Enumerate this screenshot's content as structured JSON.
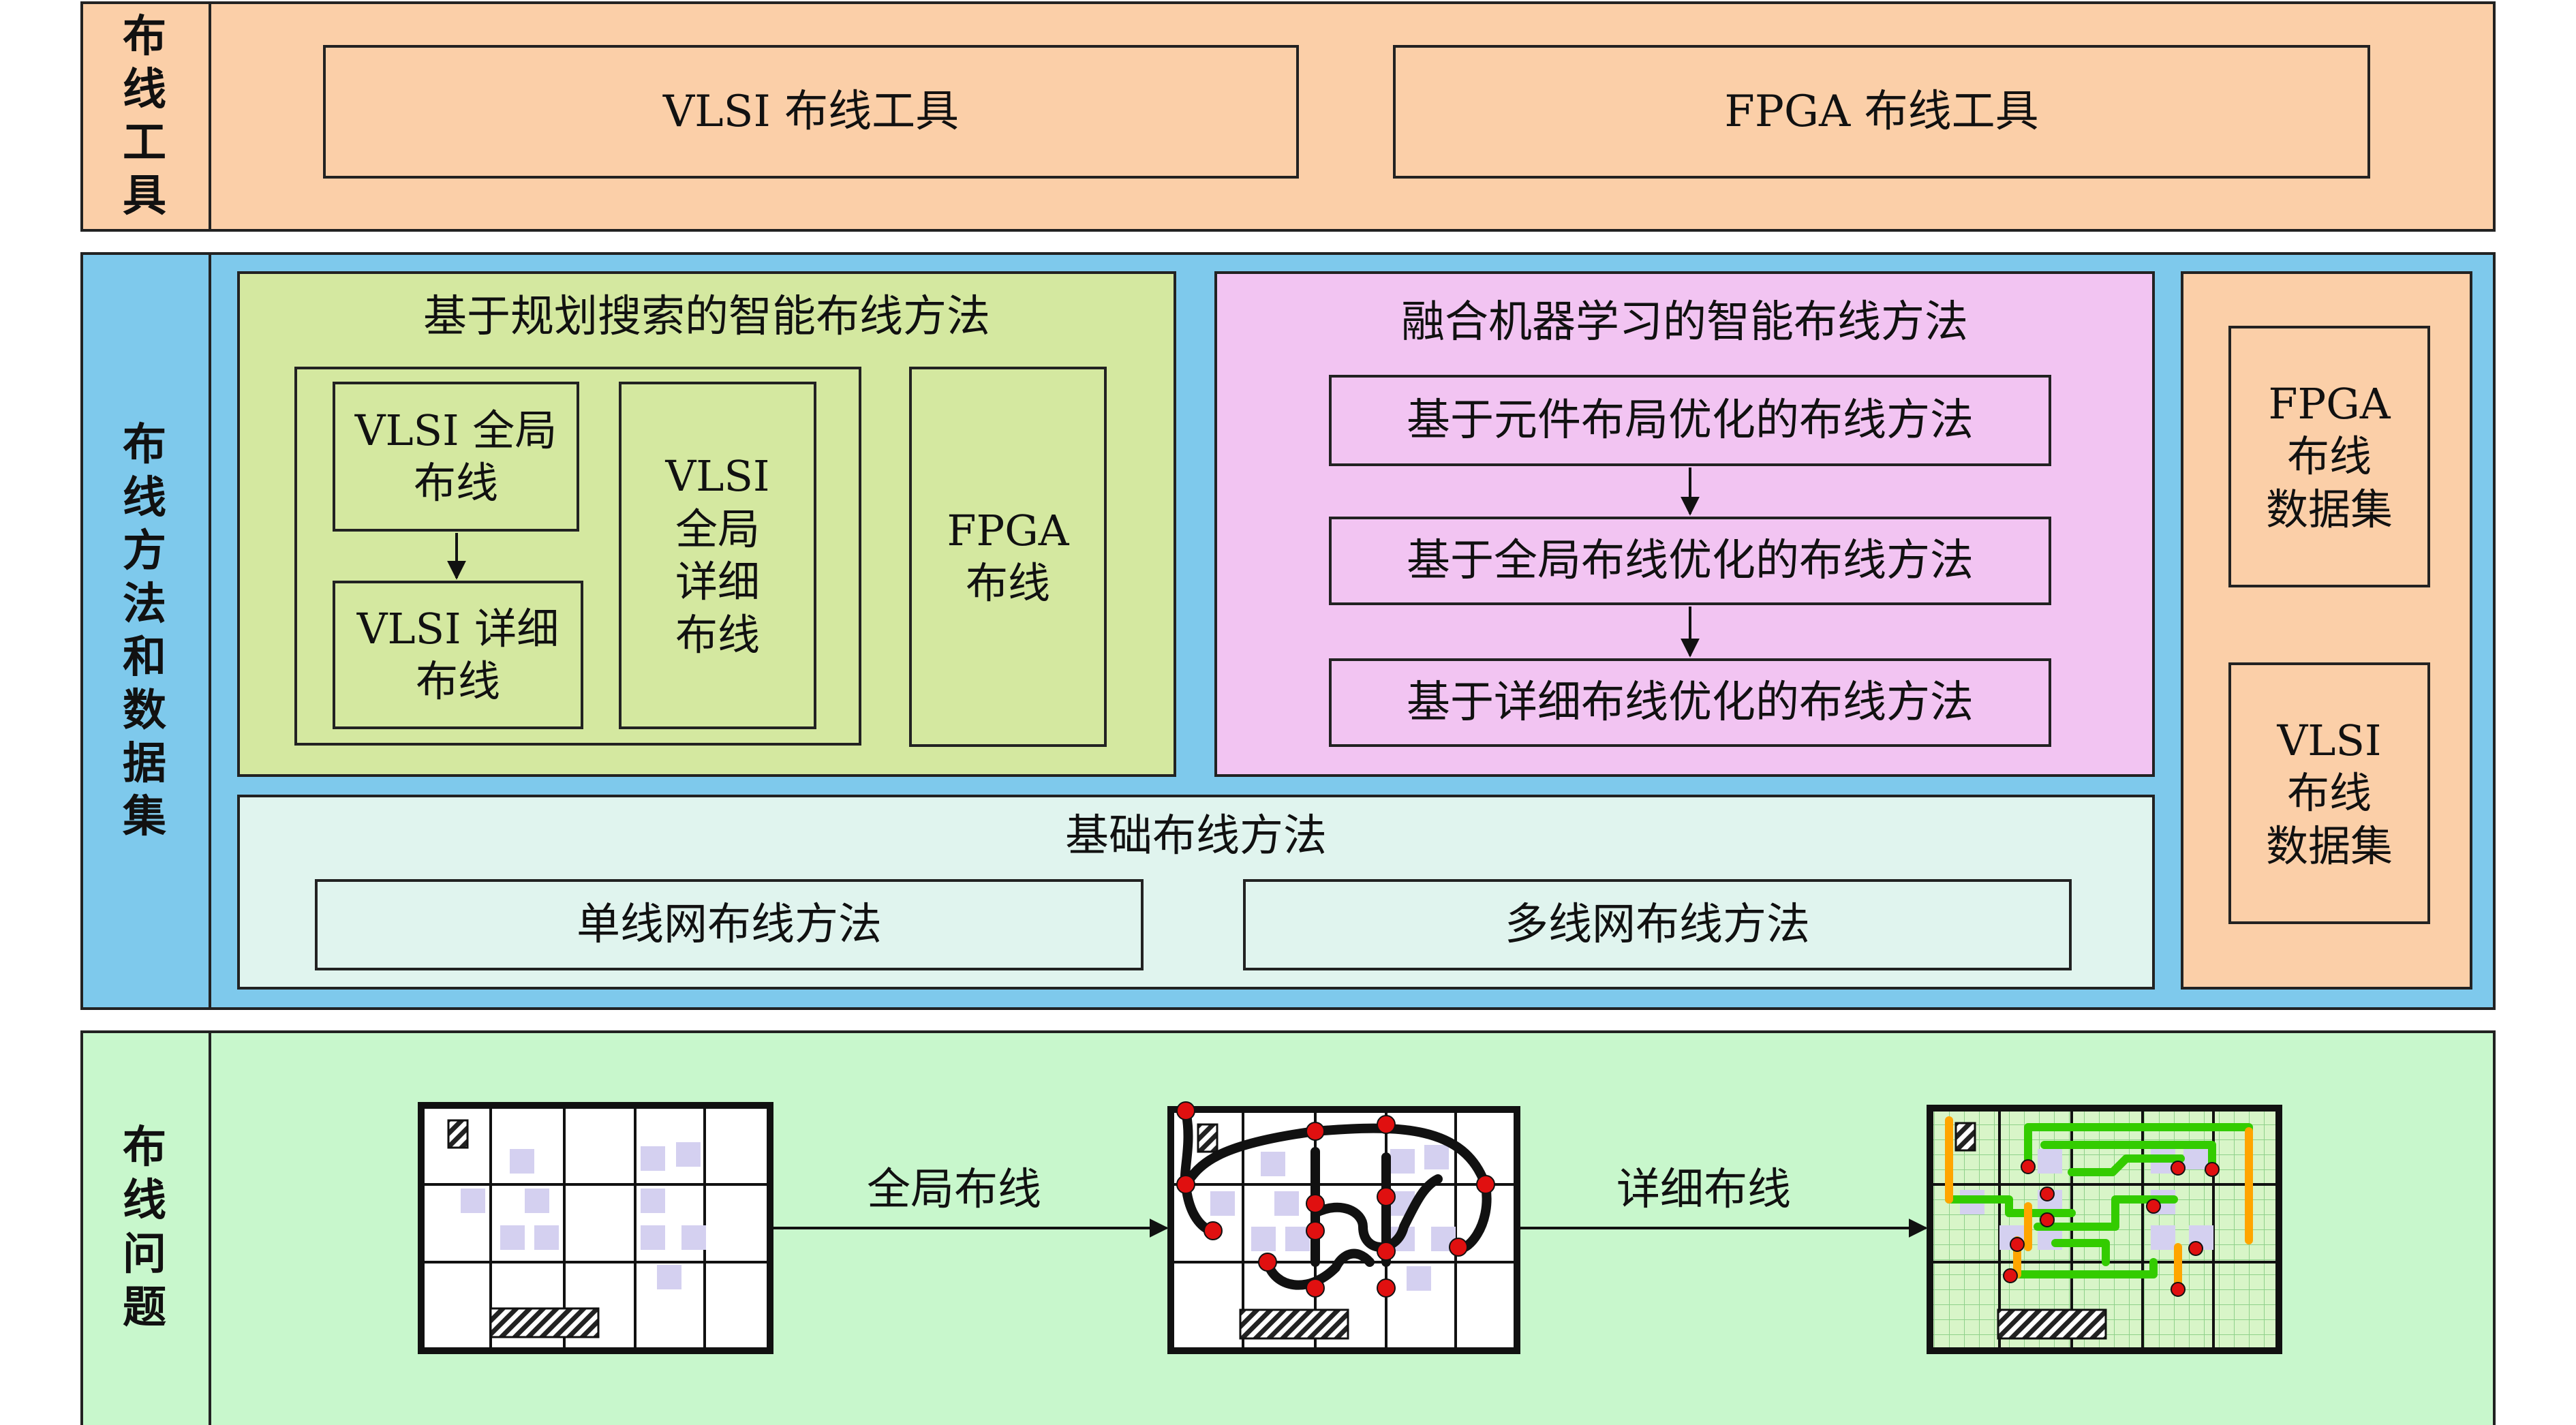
{
  "colors": {
    "tools_bg": "#FBCFA8",
    "methods_bg": "#7EC9EC",
    "green_bg": "#D4E8A0",
    "pink_bg": "#F2C4F2",
    "basic_bg": "#E0F4EE",
    "dataset_bg": "#FBCFA8",
    "problem_bg": "#C8F7CC",
    "red_pin": "#E01010",
    "green_wire": "#33CC00",
    "orange_wire": "#FFA500",
    "grid_cell": "#D4D0F0"
  },
  "tools": {
    "label": "布\n线\n工\n具",
    "vlsi": "VLSI 布线工具",
    "fpga": "FPGA 布线工具"
  },
  "methods": {
    "label": "布\n线\n方\n法\n和\n数\n据\n集",
    "search": {
      "title": "基于规划搜索的智能布线方法",
      "vlsi_global": "VLSI 全局\n布线",
      "vlsi_detail": "VLSI 详细\n布线",
      "vlsi_global_detail": "VLSI\n全局\n详细\n布线",
      "fpga": "FPGA\n布线"
    },
    "ml": {
      "title": "融合机器学习的智能布线方法",
      "steps": [
        "基于元件布局优化的布线方法",
        "基于全局布线优化的布线方法",
        "基于详细布线优化的布线方法"
      ]
    },
    "basic": {
      "title": "基础布线方法",
      "single": "单线网布线方法",
      "multi": "多线网布线方法"
    },
    "datasets": {
      "fpga": "FPGA\n布线\n数据集",
      "vlsi": "VLSI\n布线\n数据集"
    }
  },
  "problem": {
    "label": "布\n线\n问\n题",
    "arrow1": "全局布线",
    "arrow2": "详细布线"
  }
}
